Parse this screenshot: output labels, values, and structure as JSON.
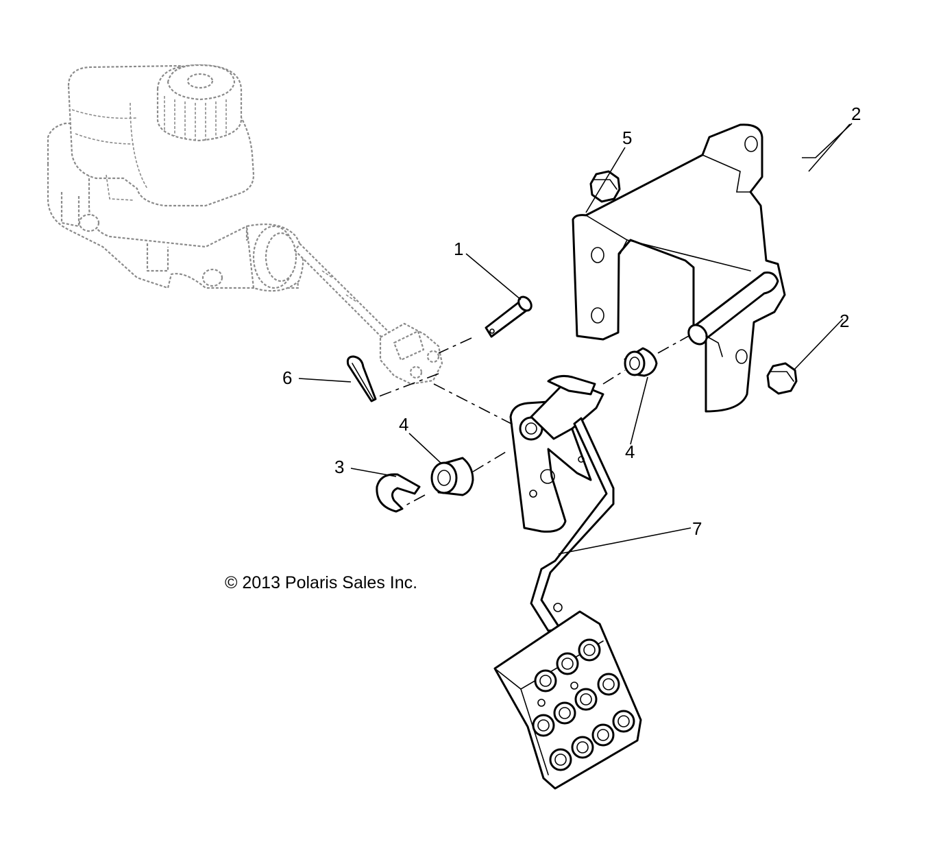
{
  "copyright": "© 2013 Polaris Sales Inc.",
  "callouts": [
    {
      "id": "c1",
      "label": "1"
    },
    {
      "id": "c2a",
      "label": "2"
    },
    {
      "id": "c2b",
      "label": "2"
    },
    {
      "id": "c3",
      "label": "3"
    },
    {
      "id": "c4a",
      "label": "4"
    },
    {
      "id": "c4b",
      "label": "4"
    },
    {
      "id": "c5",
      "label": "5"
    },
    {
      "id": "c6",
      "label": "6"
    },
    {
      "id": "c7",
      "label": "7"
    }
  ]
}
